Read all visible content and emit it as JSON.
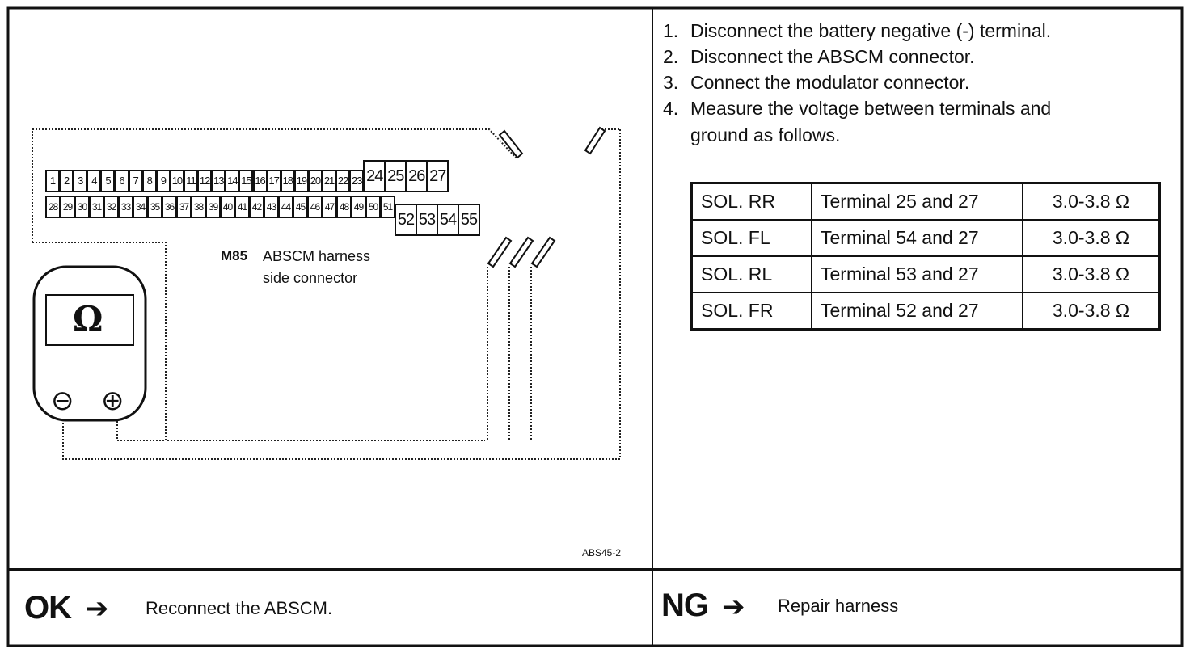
{
  "steps": [
    {
      "num": "1.",
      "text": "Disconnect the battery negative (-) terminal."
    },
    {
      "num": "2.",
      "text": "Disconnect the ABSCM connector."
    },
    {
      "num": "3.",
      "text": "Connect the modulator connector."
    },
    {
      "num": "4.",
      "text": "Measure the voltage between terminals and"
    }
  ],
  "step4_continuation": "ground as follows.",
  "measurements": [
    {
      "label": "SOL. RR",
      "terminals": "Terminal 25 and 27",
      "value": "3.0-3.8 Ω"
    },
    {
      "label": "SOL. FL",
      "terminals": "Terminal 54 and 27",
      "value": "3.0-3.8 Ω"
    },
    {
      "label": "SOL. RL",
      "terminals": "Terminal 53 and 27",
      "value": "3.0-3.8 Ω"
    },
    {
      "label": "SOL. FR",
      "terminals": "Terminal 52 and 27",
      "value": "3.0-3.8 Ω"
    }
  ],
  "connector": {
    "id": "M85",
    "caption_line1": "ABSCM harness",
    "caption_line2": "side connector",
    "top_row": [
      "1",
      "2",
      "3",
      "4",
      "5",
      "6",
      "7",
      "8",
      "9",
      "10",
      "11",
      "12",
      "13",
      "14",
      "15",
      "16",
      "17",
      "18",
      "19",
      "20",
      "21",
      "22",
      "23",
      "24",
      "25",
      "26",
      "27"
    ],
    "bottom_row": [
      "28",
      "29",
      "30",
      "31",
      "32",
      "33",
      "34",
      "35",
      "36",
      "37",
      "38",
      "39",
      "40",
      "41",
      "42",
      "43",
      "44",
      "45",
      "46",
      "47",
      "48",
      "49",
      "50",
      "51",
      "52",
      "53",
      "54",
      "55"
    ]
  },
  "meter": {
    "symbol": "Ω",
    "minus": "⊖",
    "plus": "⊕"
  },
  "figure_code": "ABS45-2",
  "ok": {
    "label": "OK",
    "arrow": "➔",
    "text": "Reconnect the ABSCM."
  },
  "ng": {
    "label": "NG",
    "arrow": "➔",
    "text": "Repair harness"
  }
}
